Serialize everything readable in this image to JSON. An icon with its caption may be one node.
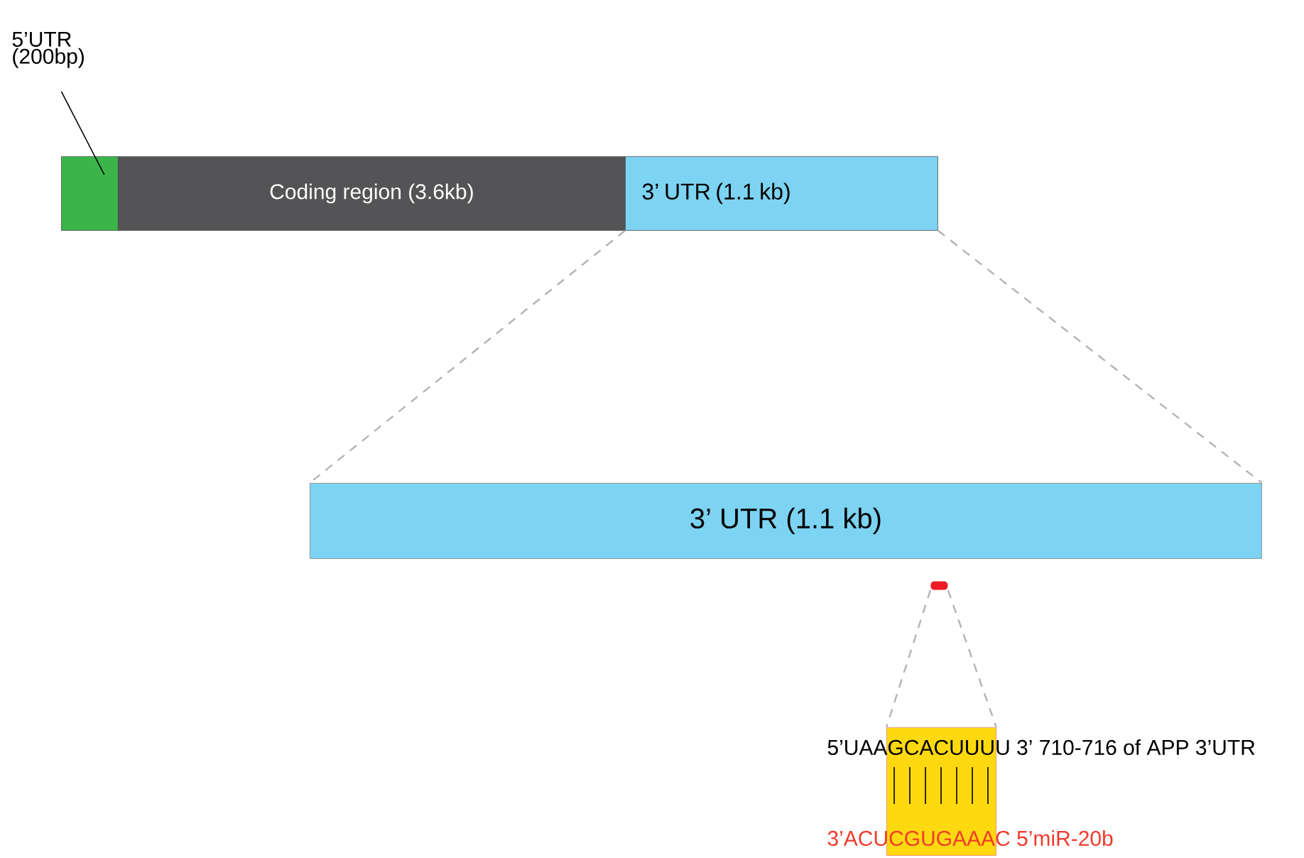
{
  "diagram": {
    "nodes": [
      {
        "text": [
          "5’UTR (200bp)"
        ]
      },
      {
        "text": [],
        "shape": "box"
      },
      {
        "text": [
          "Coding region (3.6kb)"
        ]
      },
      {
        "text": [
          "3’ UTR (1.1 kb)"
        ]
      },
      {
        "text": [
          "3’ UTR (1.1 kb)"
        ]
      },
      {
        "text": [],
        "shape": "bar"
      },
      {
        "text": [],
        "shape": "box"
      }
    ],
    "edges": [
      {
        "from": 0,
        "to": 1,
        "arrow": "none",
        "color": "#000000"
      },
      {
        "from": 3,
        "to": 4,
        "arrow": "none",
        "style": "dashed",
        "color": "#b3b3b3"
      },
      {
        "from": 3,
        "to": 4,
        "arrow": "none",
        "style": "dashed",
        "color": "#b3b3b3"
      },
      {
        "from": 5,
        "to": 6,
        "arrow": "none",
        "style": "dashed",
        "color": "#b3b3b3"
      },
      {
        "from": 5,
        "to": 6,
        "arrow": "none",
        "style": "dashed",
        "color": "#b3b3b3"
      }
    ],
    "labels": [
      "5’UAAGCACUUUU 3’ 710-716 of APP 3’UTR",
      "3’ACUCGUGAAAC 5’miR-20b"
    ]
  }
}
